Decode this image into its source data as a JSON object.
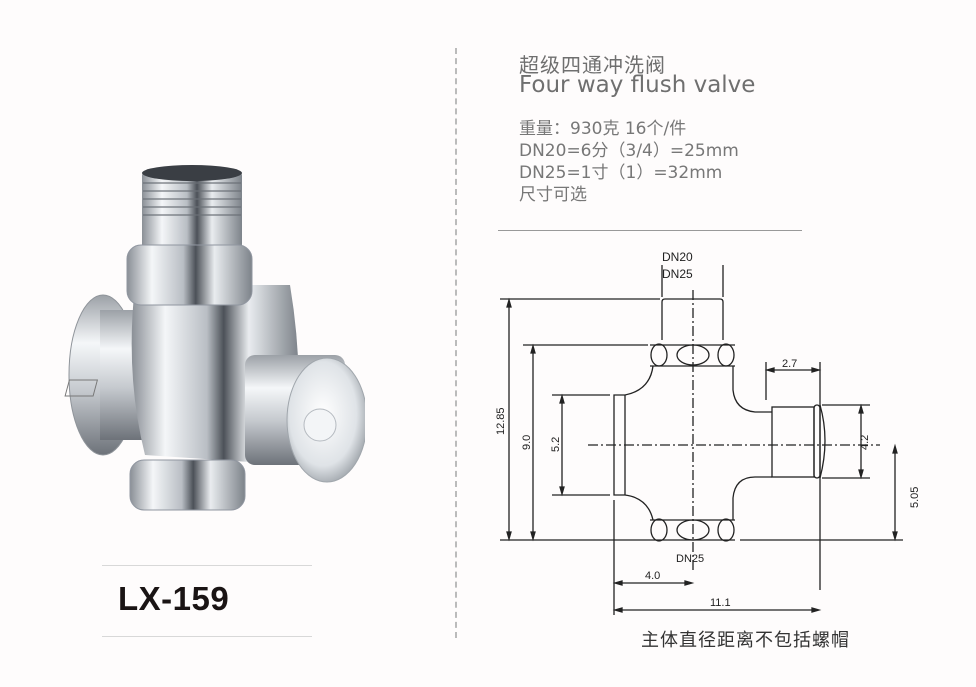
{
  "product": {
    "title_cn": "超级四通冲洗阀",
    "title_en": "Four way flush valve",
    "model": "LX-159",
    "image_label": "chrome-four-way-flush-valve",
    "specs": [
      "重量：930克   16个/件",
      "DN20=6分（3/4）=25mm",
      "DN25=1寸（1）=32mm",
      "尺寸可选"
    ]
  },
  "drawing": {
    "top_label_1": "DN20",
    "top_label_2": "DN25",
    "bottom_label": "DN25",
    "dim_total_height": "12.85",
    "dim_body_height": "9.0",
    "dim_side_inlet": "5.2",
    "dim_button_length": "2.7",
    "dim_button_dia": "4.2",
    "dim_center_to_bottom": "5.05",
    "dim_left_to_center": "4.0",
    "dim_total_width": "11.1",
    "note": "主体直径距离不包括螺帽"
  }
}
